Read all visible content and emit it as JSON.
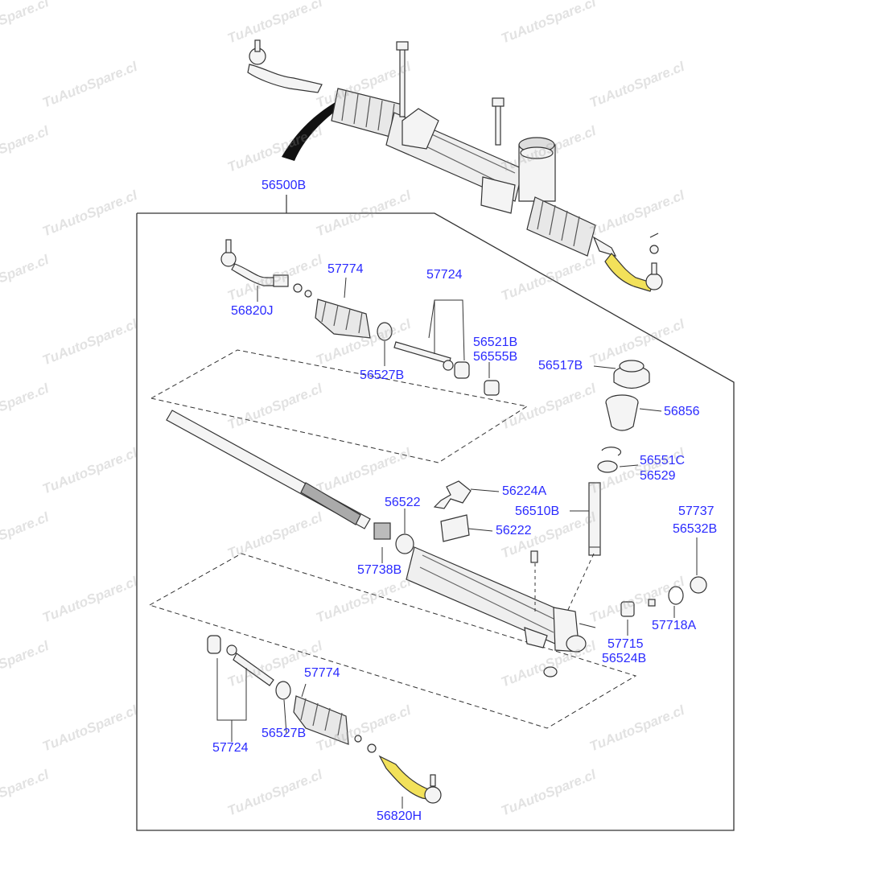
{
  "watermark": "TuAutoSpare.cl",
  "colors": {
    "label": "#2a2aff",
    "highlight": "#f2e15a",
    "line": "#222222"
  },
  "parts": {
    "assembly": "56500B",
    "tie_rod_end_left": "56820J",
    "tie_rod_end_right": "56820H",
    "boot_upper": "57774",
    "boot_lower": "57774",
    "inner_tie_rod_upper": "57724",
    "inner_tie_rod_lower": "57724",
    "ring_upper": "56527B",
    "ring_lower": "56527B",
    "stopper_a": "56521B",
    "stopper_b": "56555B",
    "plug": "56517B",
    "cover": "56856",
    "snap_ring": "56551C",
    "bearing": "56529",
    "bracket": "56224A",
    "bushing_top": "56522",
    "bushing": "56222",
    "pinion": "56510B",
    "yoke_plug_a": "57737",
    "yoke_plug_b": "56532B",
    "needle_bearing": "57738B",
    "yoke": "57715",
    "yoke_spring": "56524B",
    "o_ring": "57718A"
  }
}
